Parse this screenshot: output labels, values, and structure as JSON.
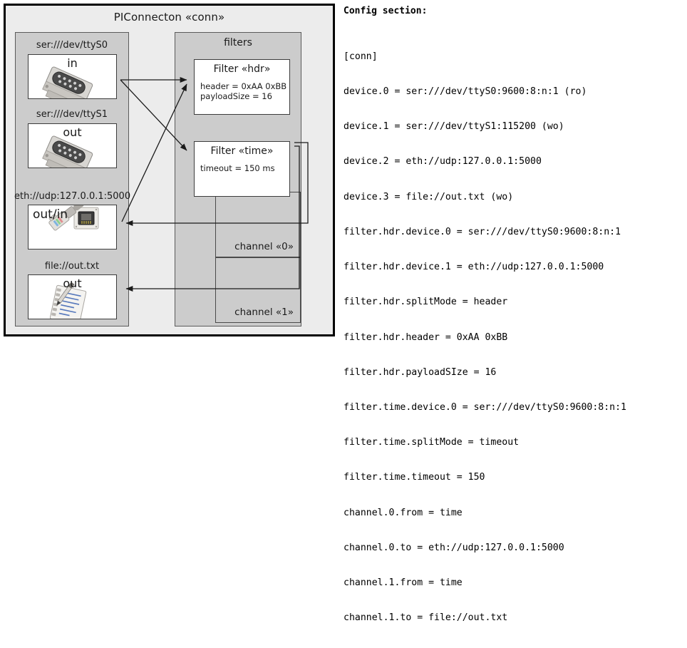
{
  "component": {
    "title": "PIConnecton «conn»",
    "devices_panel": {
      "items": [
        {
          "label": "ser:///dev/ttyS0",
          "io": "in",
          "icon": "serial-port-icon"
        },
        {
          "label": "ser:///dev/ttyS1",
          "io": "out",
          "icon": "serial-port-icon"
        },
        {
          "label": "eth://udp:127.0.0.1:5000",
          "io": "out/in",
          "icon": "ethernet-jack-icon"
        },
        {
          "label": "file://out.txt",
          "io": "out",
          "icon": "text-file-icon"
        }
      ]
    },
    "filters_panel": {
      "title": "filters",
      "filters": [
        {
          "title": "Filter «hdr»",
          "props": [
            "header = 0xAA 0xBB",
            "payloadSize = 16"
          ]
        },
        {
          "title": "Filter «time»",
          "props": [
            "timeout = 150 ms"
          ]
        }
      ],
      "channels": [
        {
          "label": "channel «0»"
        },
        {
          "label": "channel «1»"
        }
      ]
    }
  },
  "config": {
    "heading": "Config section:",
    "lines": [
      "[conn]",
      "device.0 = ser:///dev/ttyS0:9600:8:n:1 (ro)",
      "device.1 = ser:///dev/ttyS1:115200 (wo)",
      "device.2 = eth://udp:127.0.0.1:5000",
      "device.3 = file://out.txt (wo)",
      "filter.hdr.device.0 = ser:///dev/ttyS0:9600:8:n:1",
      "filter.hdr.device.1 = eth://udp:127.0.0.1:5000",
      "filter.hdr.splitMode = header",
      "filter.hdr.header = 0xAA 0xBB",
      "filter.hdr.payloadSIze = 16",
      "filter.time.device.0 = ser:///dev/ttyS0:9600:8:n:1",
      "filter.time.splitMode = timeout",
      "filter.time.timeout = 150",
      "channel.0.from = time",
      "channel.0.to = eth://udp:127.0.0.1:5000",
      "channel.1.from = time",
      "channel.1.to = file://out.txt"
    ]
  },
  "colors": {
    "outer_background": "#ececec",
    "panel_background": "#cccccc",
    "box_background": "#ffffff",
    "line": "#1a1a1a",
    "border": "#5a5a5a"
  }
}
